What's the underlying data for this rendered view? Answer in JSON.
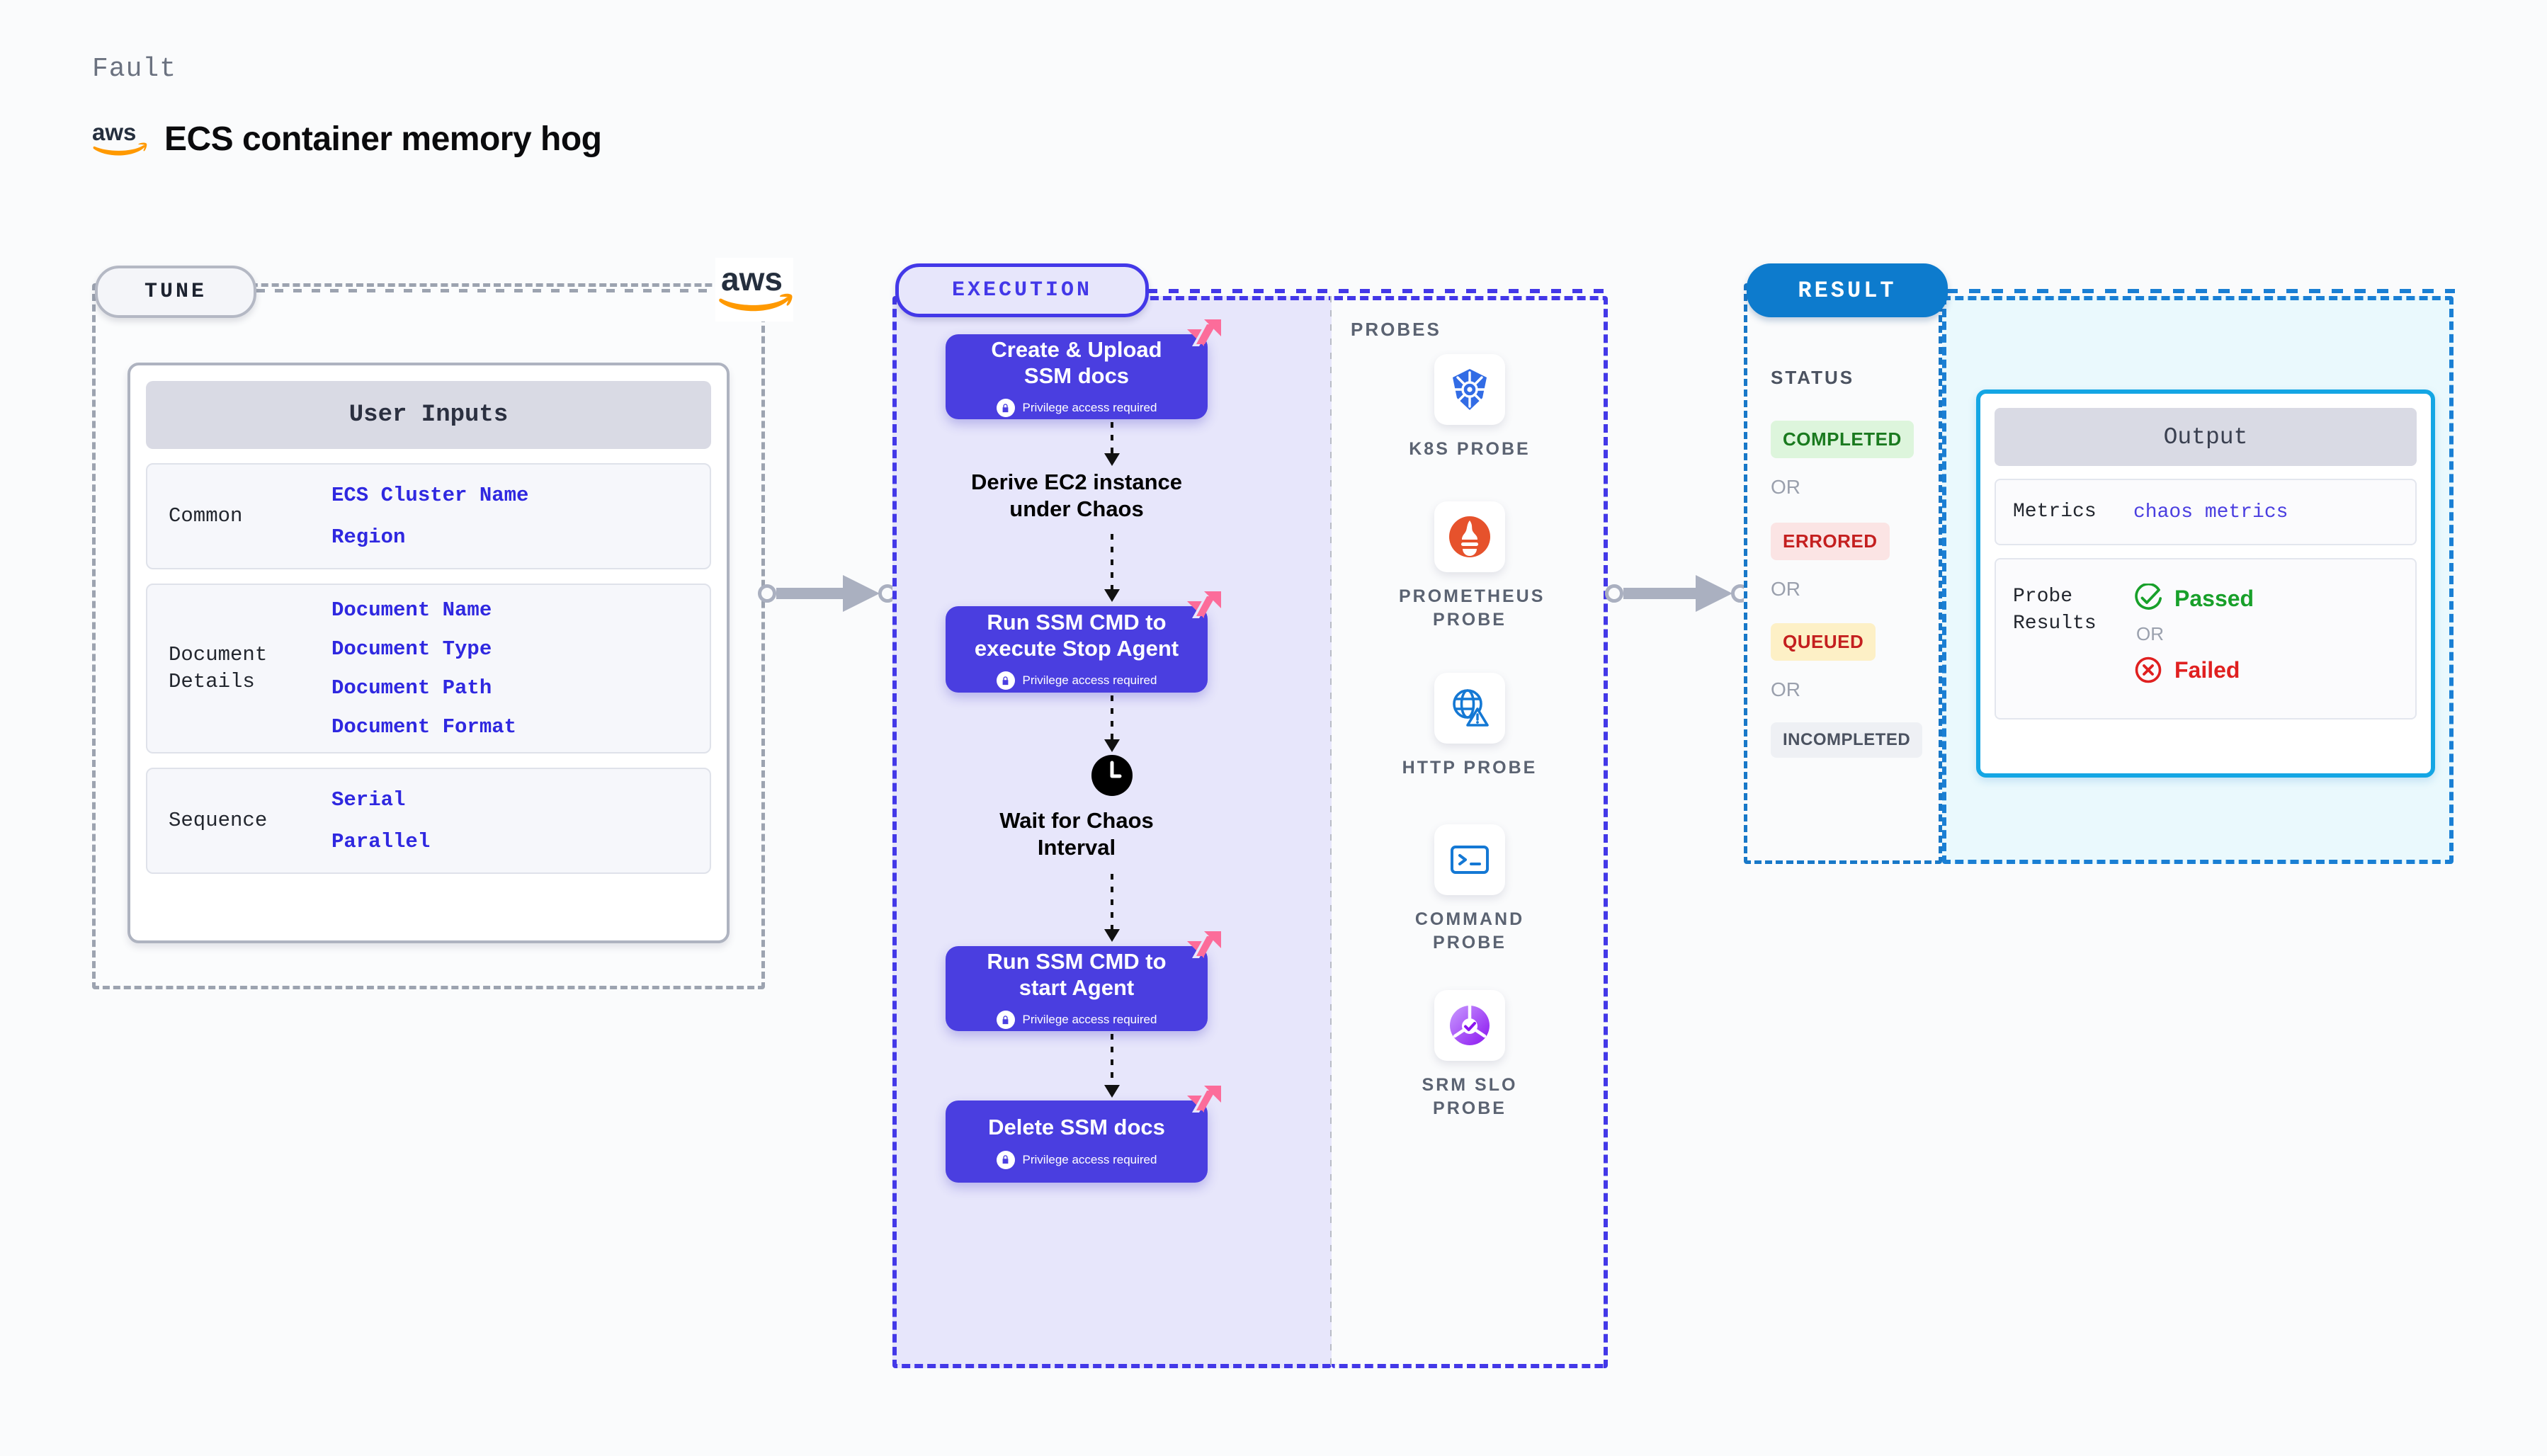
{
  "header": {
    "kicker": "Fault",
    "title": "ECS container memory hog",
    "logo": "aws-logo"
  },
  "tune": {
    "pill": "TUNE",
    "logo": "aws-logo",
    "card_title": "User Inputs",
    "sections": [
      {
        "label": "Common",
        "values": [
          "ECS Cluster Name",
          "Region"
        ]
      },
      {
        "label": "Document Details",
        "values": [
          "Document Name",
          "Document Type",
          "Document Path",
          "Document Format"
        ]
      },
      {
        "label": "Sequence",
        "values": [
          "Serial",
          "Parallel"
        ]
      }
    ]
  },
  "execution": {
    "pill": "EXECUTION",
    "privilege_note": "Privilege access required",
    "steps": [
      {
        "kind": "node",
        "label": "Create & Upload SSM docs",
        "privileged": true,
        "chaos_badge": true
      },
      {
        "kind": "text",
        "label": "Derive EC2 instance under Chaos"
      },
      {
        "kind": "node",
        "label": "Run SSM CMD to execute Stop Agent",
        "privileged": true,
        "chaos_badge": true
      },
      {
        "kind": "clock",
        "label": "Wait for Chaos Interval"
      },
      {
        "kind": "node",
        "label": "Run SSM CMD to start Agent",
        "privileged": true,
        "chaos_badge": true
      },
      {
        "kind": "node",
        "label": "Delete SSM docs",
        "privileged": true,
        "chaos_badge": true
      }
    ]
  },
  "probes": {
    "title": "PROBES",
    "items": [
      {
        "label": "K8S PROBE",
        "icon": "kubernetes-icon",
        "color": "#326ce5"
      },
      {
        "label": "PROMETHEUS PROBE",
        "icon": "prometheus-icon",
        "color": "#e6522c"
      },
      {
        "label": "HTTP PROBE",
        "icon": "http-globe-icon",
        "color": "#1478d4"
      },
      {
        "label": "COMMAND PROBE",
        "icon": "terminal-icon",
        "color": "#1478d4"
      },
      {
        "label": "SRM SLO PROBE",
        "icon": "srm-slo-icon",
        "color": "#9f3ff5"
      }
    ]
  },
  "result": {
    "pill": "RESULT",
    "status_title": "STATUS",
    "or_label": "OR",
    "statuses": [
      {
        "label": "COMPLETED",
        "bg": "#ddf5dc",
        "fg": "#1a7a1f"
      },
      {
        "label": "ERRORED",
        "bg": "#fbe4e4",
        "fg": "#c41f1f"
      },
      {
        "label": "QUEUED",
        "bg": "#fdf0c6",
        "fg": "#c41f1f"
      },
      {
        "label": "INCOMPLETED",
        "bg": "#eef0f4",
        "fg": "#4b5260"
      }
    ]
  },
  "output": {
    "card_title": "Output",
    "metrics_label": "Metrics",
    "metrics_value": "chaos metrics",
    "probe_results_label": "Probe Results",
    "passed_label": "Passed",
    "failed_label": "Failed",
    "or_label": "OR"
  },
  "colors": {
    "chaos_purple": "#4a3ee0",
    "chaos_pink": "#fc6c9a",
    "result_blue": "#0d7bcd",
    "output_cyan": "#14a6e4",
    "tune_gray": "#9ca3b0"
  }
}
